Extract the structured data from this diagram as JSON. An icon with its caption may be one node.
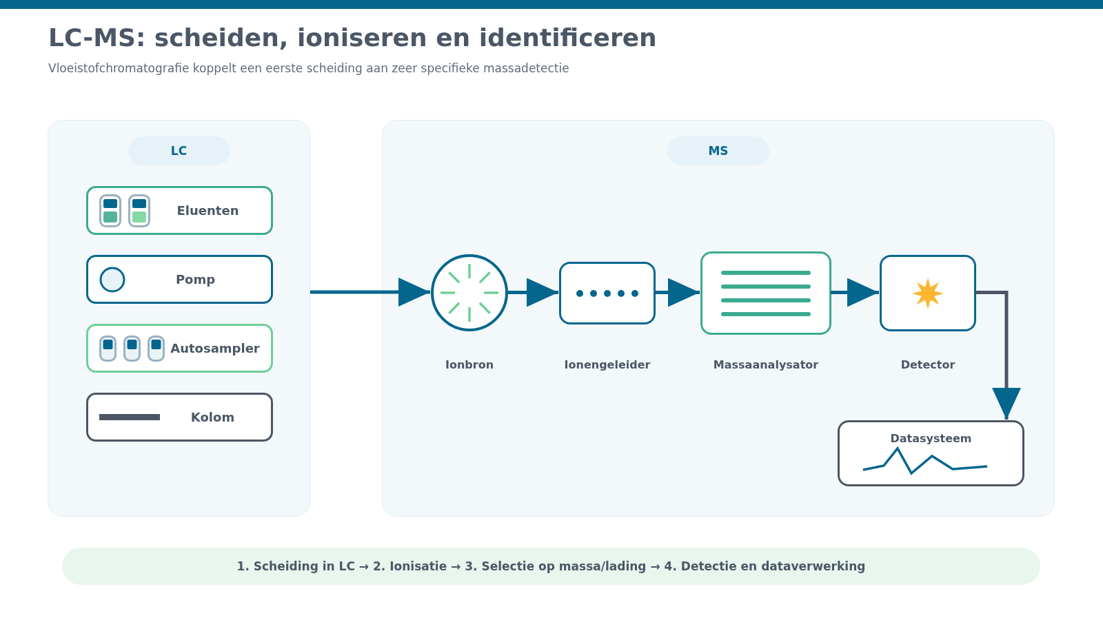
{
  "diagram": {
    "title": "LC-MS: scheiden, ioniseren en identificeren",
    "nodes": [
      {
        "text": [
          "LC"
        ]
      },
      {
        "text": [
          "Eluenten"
        ],
        "in": 0
      },
      {
        "text": [
          "Pomp"
        ],
        "in": 0
      },
      {
        "text": [
          "Autosampler"
        ],
        "in": 0
      },
      {
        "text": [
          "Kolom"
        ],
        "in": 0
      },
      {
        "text": [
          "MS"
        ]
      },
      {
        "text": [
          "Ionbron"
        ],
        "in": 5
      },
      {
        "text": [
          "Ionengeleider"
        ],
        "in": 5
      },
      {
        "text": [
          "Massaanalysator"
        ],
        "in": 5
      },
      {
        "text": [
          "Detector"
        ],
        "in": 5
      },
      {
        "text": [
          "Datasysteem"
        ],
        "in": 5
      },
      {
        "text": [
          "1. Scheiding in LC → 2. Ionisatie → 3. Selectie op massa/lading → 4. Detectie en dataverwerking"
        ]
      }
    ],
    "edges": [
      {
        "from": 0,
        "to": 6,
        "arrow": "to"
      },
      {
        "from": 6,
        "to": 7,
        "arrow": "to"
      },
      {
        "from": 7,
        "to": 8,
        "arrow": "to"
      },
      {
        "from": 8,
        "to": 9,
        "arrow": "to"
      },
      {
        "from": 9,
        "to": 10,
        "arrow": "to",
        "color": "#4b5563"
      }
    ],
    "labels": [
      "Vloeistofchromatografie koppelt een eerste scheiding aan zeer specifieke massadetectie"
    ]
  }
}
